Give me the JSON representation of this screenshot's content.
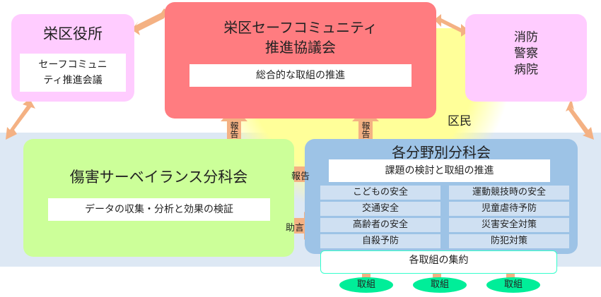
{
  "ward_office": {
    "title": "栄区役所",
    "subtitle_line1": "セーフコミュニ",
    "subtitle_line2": "ティ推進会議"
  },
  "promotion_council": {
    "title_line1": "栄区セーフコミュニティ",
    "title_line2": "推進協議会",
    "role": "総合的な取組の推進"
  },
  "agencies": {
    "line1": "消防",
    "line2": "警察",
    "line3": "病院"
  },
  "residents_label": "区民",
  "injury_surveillance": {
    "title": "傷害サーベイランス分科会",
    "role": "データの収集・分析と効果の検証"
  },
  "field_committees": {
    "title": "各分野別分科会",
    "role": "課題の検討と取組の推進",
    "left_items": [
      "こどもの安全",
      "交通安全",
      "高齢者の安全",
      "自殺予防"
    ],
    "right_items": [
      "運動競技時の安全",
      "児童虐待予防",
      "災害安全対策",
      "防犯対策"
    ]
  },
  "aggregation": "各取組の集約",
  "initiatives": [
    "取組",
    "取組",
    "取組"
  ],
  "arrows": {
    "report_up_left": "報告",
    "report_up_right": "報告",
    "report_left": "報告",
    "advice_right": "助言"
  },
  "colors": {
    "council": "#ff7c80",
    "ward": "#ffccff",
    "injury": "#ccff99",
    "field": "#9dc3e6",
    "arrow": "#f4b183",
    "initiative": "#00ee99",
    "band": "#dde8f4",
    "residents_glow": "#ffff99"
  }
}
